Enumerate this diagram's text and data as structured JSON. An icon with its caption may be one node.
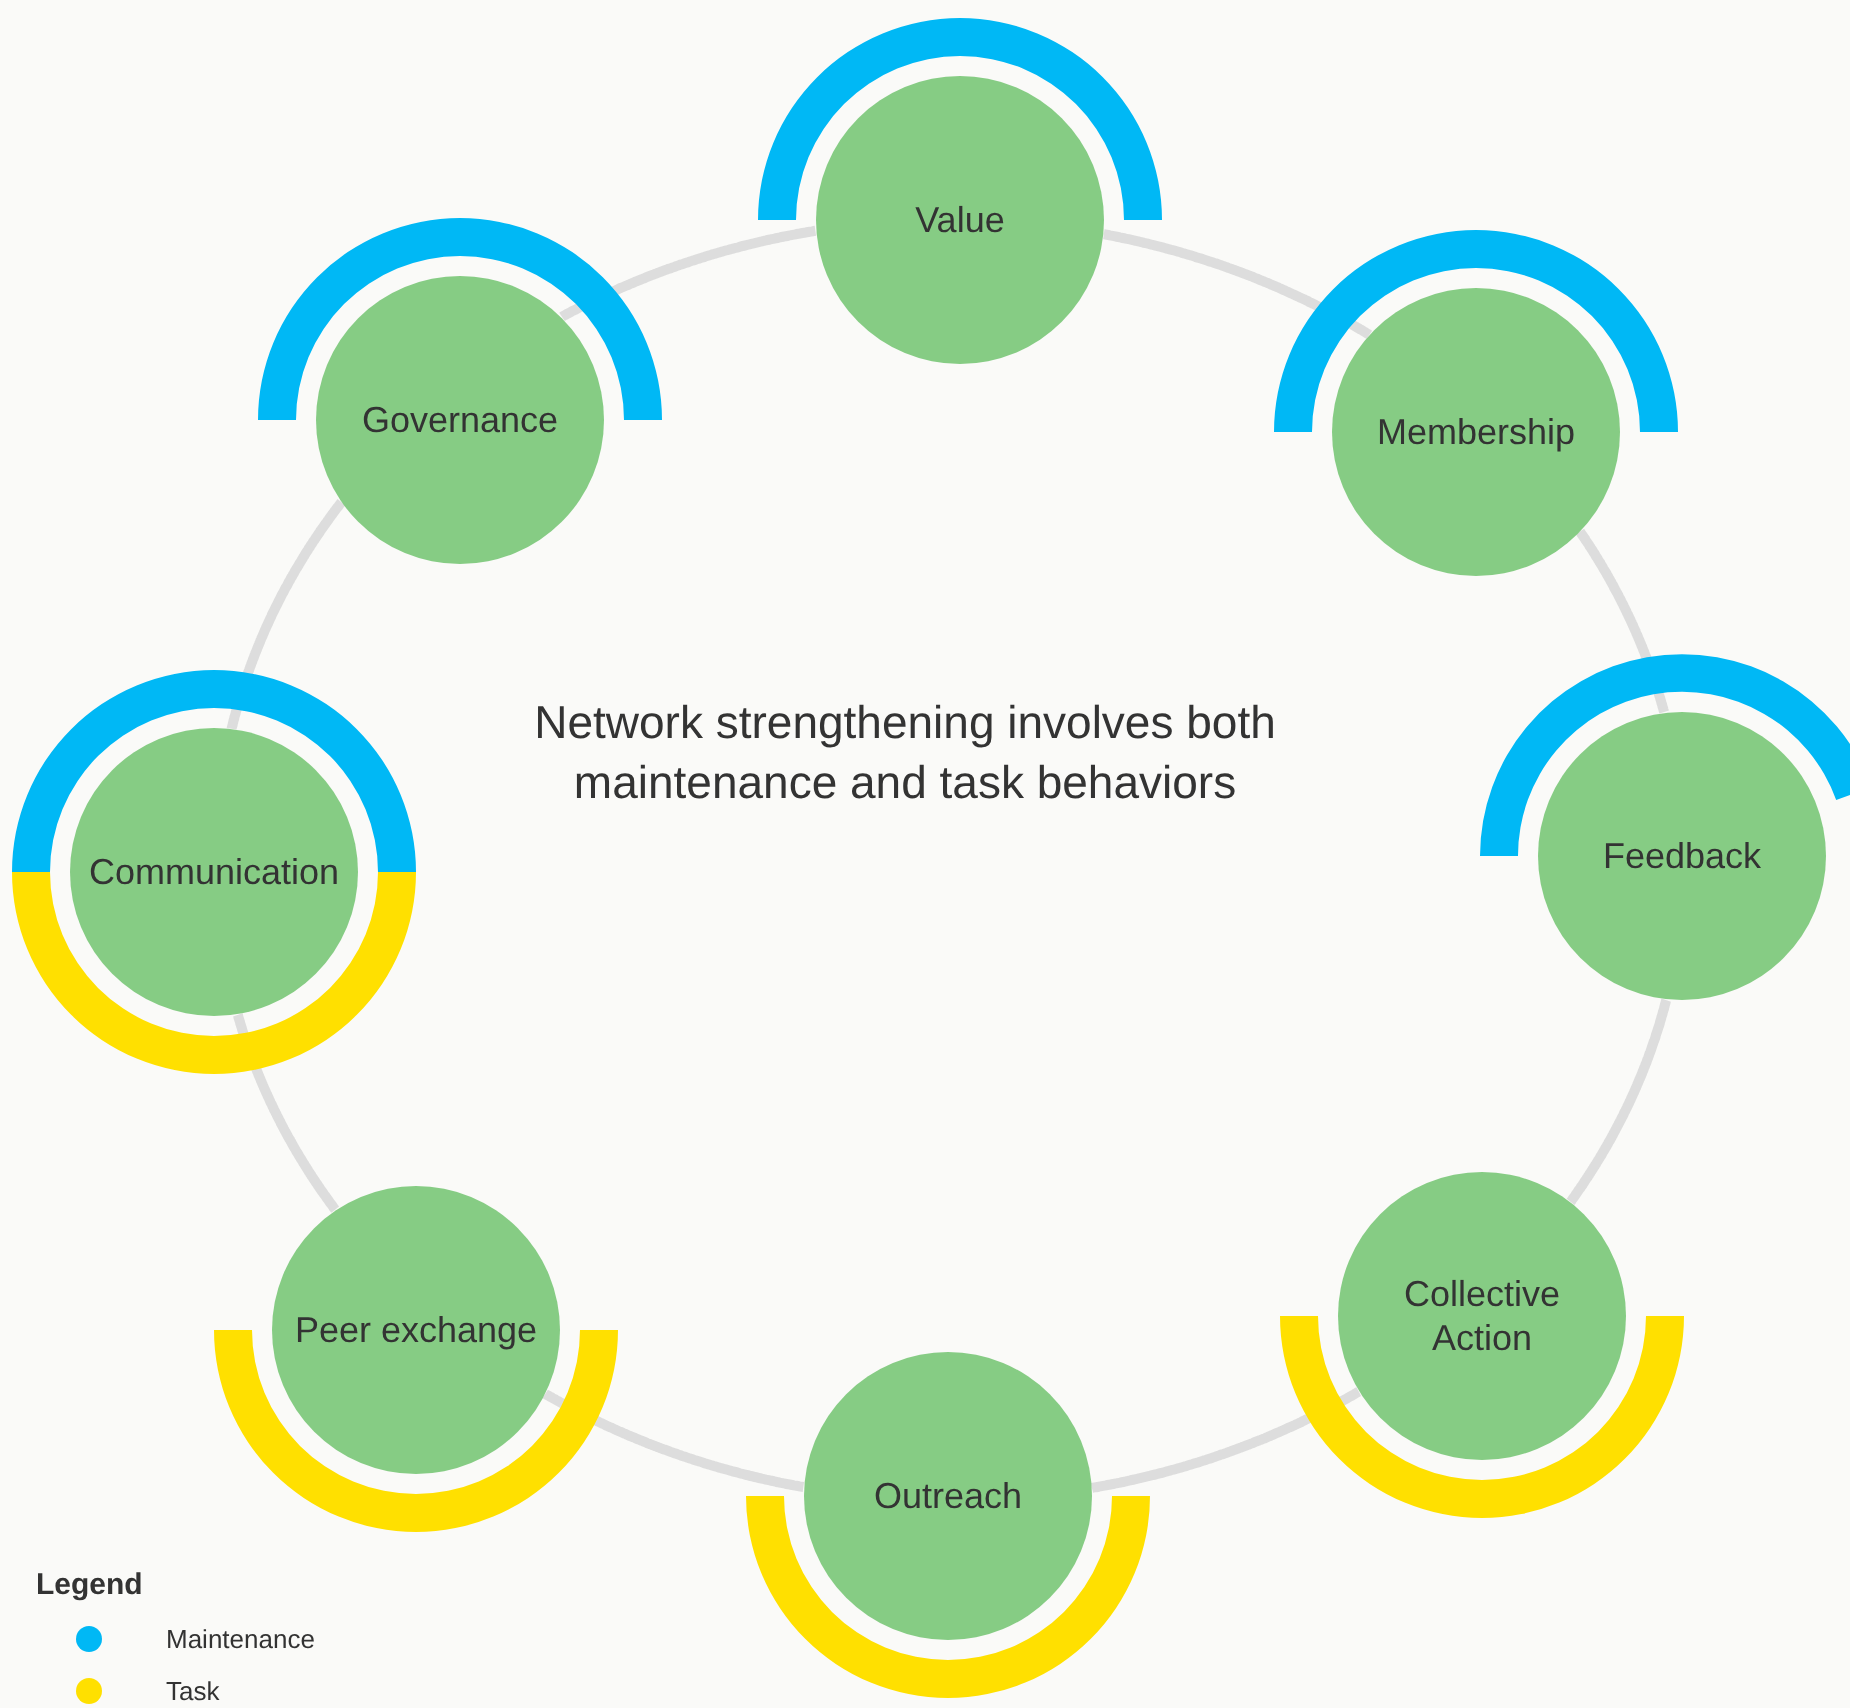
{
  "diagram": {
    "title": "Network strengthening involves both maintenance and task behaviors",
    "nodes": [
      {
        "text": [
          "Value"
        ]
      },
      {
        "text": [
          "Membership"
        ]
      },
      {
        "text": [
          "Feedback"
        ]
      },
      {
        "text": [
          "Collective Action"
        ]
      },
      {
        "text": [
          "Outreach"
        ]
      },
      {
        "text": [
          "Peer exchange"
        ]
      },
      {
        "text": [
          "Communication"
        ]
      },
      {
        "text": [
          "Governance"
        ]
      }
    ],
    "edges": [
      {
        "from": 0,
        "to": 1,
        "arrow": "none"
      },
      {
        "from": 1,
        "to": 2,
        "arrow": "none"
      },
      {
        "from": 2,
        "to": 3,
        "arrow": "none"
      },
      {
        "from": 3,
        "to": 4,
        "arrow": "none"
      },
      {
        "from": 4,
        "to": 5,
        "arrow": "none"
      },
      {
        "from": 5,
        "to": 6,
        "arrow": "none"
      },
      {
        "from": 6,
        "to": 7,
        "arrow": "none"
      },
      {
        "from": 7,
        "to": 0,
        "arrow": "none"
      }
    ],
    "labels": [
      "Legend"
    ],
    "legend": [
      {
        "text": "Maintenance",
        "color": "#00b8f5"
      },
      {
        "text": "Task",
        "color": "#ffe000"
      }
    ]
  }
}
